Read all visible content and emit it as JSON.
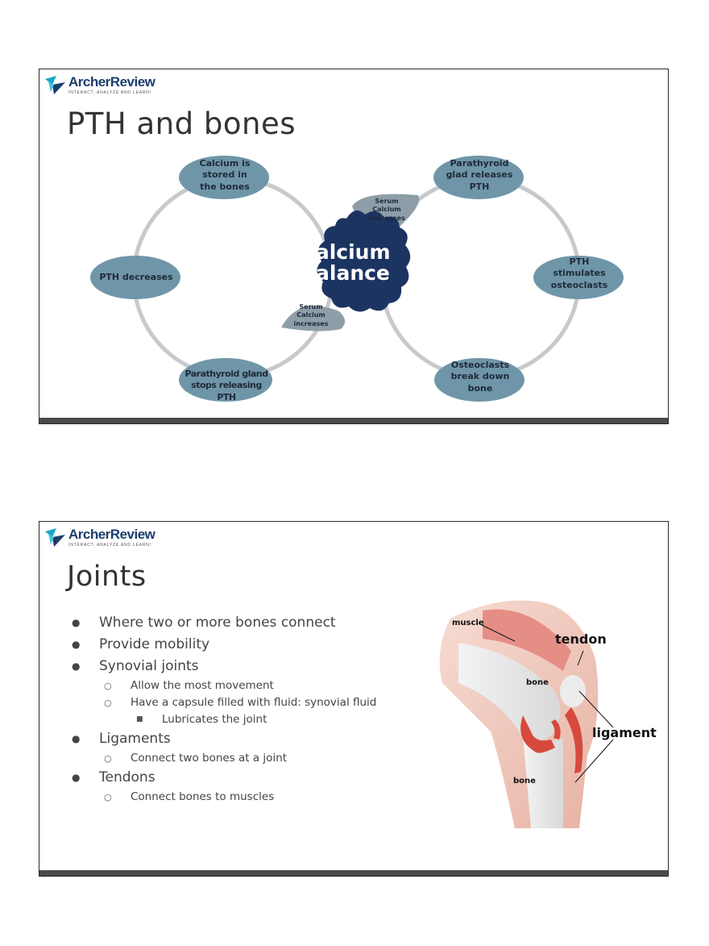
{
  "brand": {
    "name": "ArcherReview",
    "tagline": "INTERACT, ANALYZE AND LEARN!"
  },
  "colors": {
    "node": "#6f96a8",
    "center": "#1c3461",
    "ring": "#c9c9cc",
    "arrow": "#8d9ea8",
    "footer": "#4a4a4a"
  },
  "slide1": {
    "title": "PTH and bones",
    "center": {
      "line1": "Calcium",
      "line2": "balance"
    },
    "nodes": {
      "stored": "Calcium is stored in the bones",
      "pth_decreases": "PTH decreases",
      "stops": "Parathyroid gland stops releasing PTH",
      "releases": "Parathyroid glad releases PTH",
      "stimulates": "PTH stimulates osteoclasts",
      "breakdown": "Osteoclasts break down bone"
    },
    "arrows": {
      "top": "Serum Calcium decreases",
      "bottom": "Serum Calcium increases"
    }
  },
  "slide2": {
    "title": "Joints",
    "bullets": {
      "b1": "Where two or more bones connect",
      "b2": "Provide mobility",
      "b3": "Synovial joints",
      "b3a": "Allow the most movement",
      "b3b": "Have a capsule filled with fluid: synovial fluid",
      "b3b1": "Lubricates the joint",
      "b4": "Ligaments",
      "b4a": "Connect two bones at a joint",
      "b5": "Tendons",
      "b5a": "Connect bones to muscles"
    },
    "image_labels": {
      "muscle": "muscle",
      "tendon": "tendon",
      "bone_top": "bone",
      "ligament": "ligament",
      "bone_bottom": "bone"
    }
  }
}
